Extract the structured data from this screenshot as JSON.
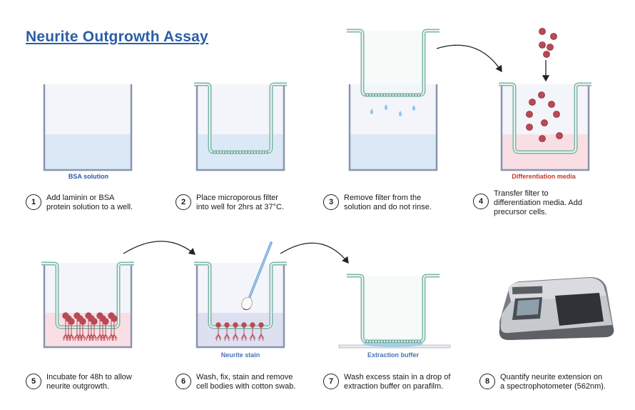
{
  "title": "Neurite Outgrowth Assay",
  "labels": {
    "bsa": "BSA solution",
    "differentiation": "Differentiation media",
    "neurite_stain": "Neurite stain",
    "extraction": "Extraction buffer"
  },
  "steps": [
    {
      "num": "1",
      "line1": "Add laminin or BSA",
      "line2": "protein solution to a well."
    },
    {
      "num": "2",
      "line1": "Place microporous filter",
      "line2": "into well for 2hrs at 37°C."
    },
    {
      "num": "3",
      "line1": "Remove filter from the",
      "line2": "solution and do not rinse."
    },
    {
      "num": "4",
      "line1": "Transfer filter to",
      "line2": "differentiation media. Add",
      "line3": "precursor cells."
    },
    {
      "num": "5",
      "line1": "Incubate for 48h to allow",
      "line2": "neurite outgrowth."
    },
    {
      "num": "6",
      "line1": "Wash, fix, stain and remove",
      "line2": "cell bodies with cotton swab."
    },
    {
      "num": "7",
      "line1": "Wash excess stain in a drop of",
      "line2": "extraction buffer on parafilm."
    },
    {
      "num": "8",
      "line1": "Quantify neurite extension on",
      "line2": "a spectrophotometer (562nm)."
    }
  ],
  "colors": {
    "title": "#2a5ea6",
    "well_outline": "#8a94b0",
    "filter_outline": "#7fb5a8",
    "bsa_fill": "#dbe9f7",
    "media_fill": "#f9dfe3",
    "stain_fill": "#dde0f0",
    "cell": "#b94a55"
  }
}
